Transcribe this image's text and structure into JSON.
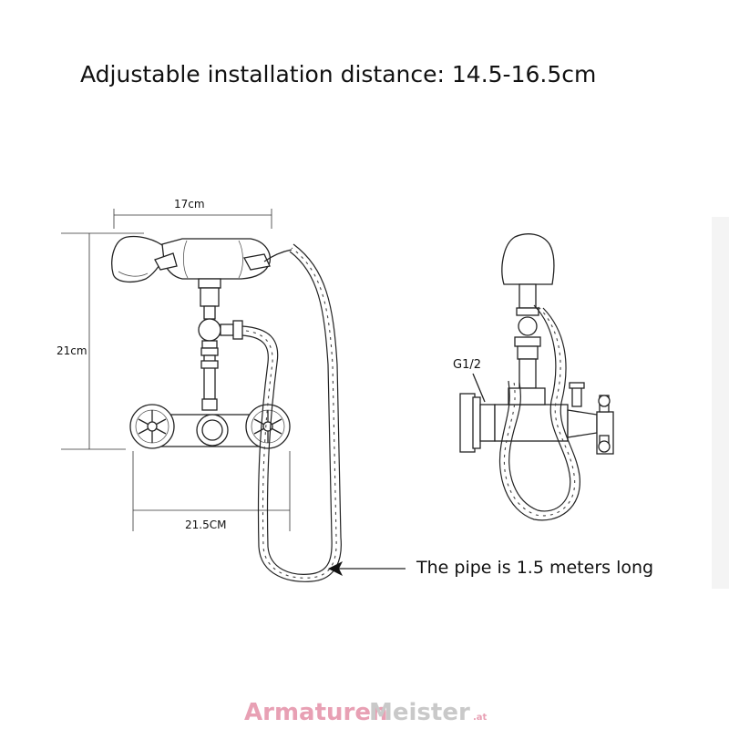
{
  "title": "Adjustable installation distance: 14.5-16.5cm",
  "dimensions": {
    "handset_length": "17cm",
    "total_height": "21cm",
    "handle_spacing": "21.5CM"
  },
  "side_view": {
    "port_label": "G1/2"
  },
  "hose_note": "The pipe is 1.5 meters long",
  "watermark": {
    "part1": "Armaturen",
    "part2": "Meister",
    "suffix": ".at"
  },
  "colors": {
    "line": "#222222",
    "watermark_pink": "#e8a0b4",
    "watermark_gray": "#c9c9c9"
  }
}
